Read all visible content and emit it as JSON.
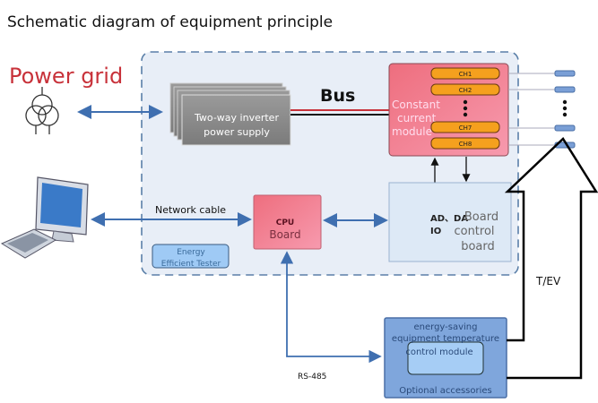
{
  "title": "Schematic diagram of equipment principle",
  "power_grid": {
    "label": "Power grid"
  },
  "inverter": {
    "line1": "Two-way inverter",
    "line2": "power supply"
  },
  "bus": {
    "label": "Bus"
  },
  "constant_current": {
    "line1": "Constant",
    "line2": "current",
    "line3": "module",
    "channels": [
      "CH1",
      "CH2",
      "CH7",
      "CH8"
    ]
  },
  "board_control": {
    "io1": "AD、DA",
    "io2": "IO",
    "line1": "Board",
    "line2": "control",
    "line3": "board"
  },
  "cpu": {
    "line1": "CPU",
    "line2": "Board"
  },
  "network_cable": {
    "label": "Network cable"
  },
  "tester": {
    "line1": "Energy",
    "line2": "Efficient Tester"
  },
  "rs485": {
    "label": "RS-485"
  },
  "temp_module": {
    "line1": "energy-saving",
    "line2": "equipment temperature",
    "line3": "control module",
    "footer": "Optional accessories"
  },
  "tev": {
    "label": "T/EV"
  },
  "colors": {
    "red_text": "#c8323a",
    "arrow_blue": "#3f6fb0",
    "pink": "#f07a8c",
    "orange": "#f5a01e",
    "container": "#e8eef7"
  }
}
